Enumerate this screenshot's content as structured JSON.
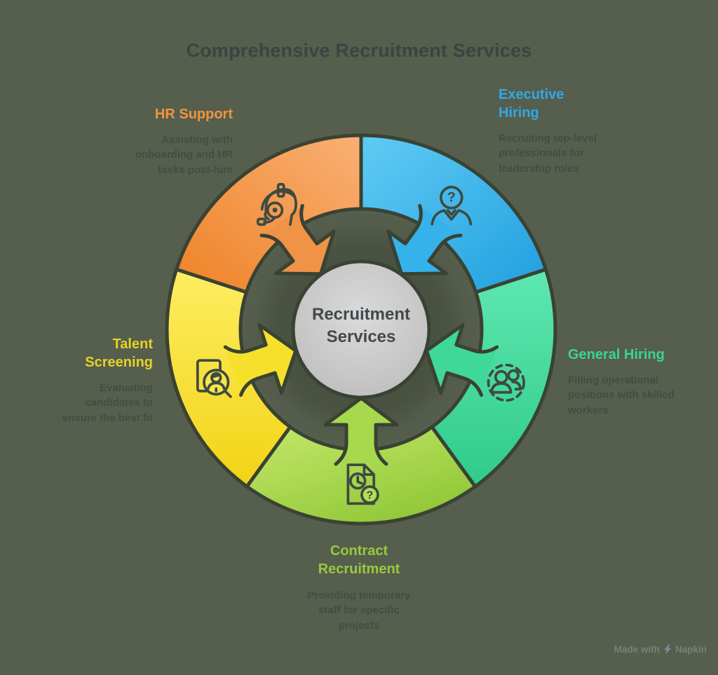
{
  "title": "Comprehensive Recruitment Services",
  "center": {
    "label": "Recruitment Services"
  },
  "background_color": "#565e4d",
  "outline_color": "#3a4233",
  "sections": [
    {
      "id": "hr-support",
      "label": "HR Support",
      "description": "Assisting with onboarding and HR tasks post-hire",
      "color": "#f0953f",
      "segment_gradient": [
        "#f9b074",
        "#ee8226"
      ],
      "icon": "headset-support-icon",
      "position": "top-left"
    },
    {
      "id": "executive-hiring",
      "label": "Executive Hiring",
      "description": "Recruiting top-level professionals for leadership roles",
      "color": "#2fa9e8",
      "segment_gradient": [
        "#60cbf5",
        "#209fde"
      ],
      "icon": "executive-question-icon",
      "position": "top-right"
    },
    {
      "id": "general-hiring",
      "label": "General Hiring",
      "description": "Filling operational positions with skilled workers",
      "color": "#3bd395",
      "segment_gradient": [
        "#5fe7b1",
        "#2fcb8b"
      ],
      "icon": "people-group-icon",
      "position": "right"
    },
    {
      "id": "contract-recruitment",
      "label": "Contract Recruitment",
      "description": "Providing temporary staff for specific projects",
      "color": "#98ca3c",
      "segment_gradient": [
        "#c4e86a",
        "#90c737"
      ],
      "icon": "document-clock-question-icon",
      "position": "bottom"
    },
    {
      "id": "talent-screening",
      "label": "Talent Screening",
      "description": "Evaluating candidates to ensure the best fit",
      "color": "#e7d226",
      "segment_gradient": [
        "#fdee62",
        "#f2d314"
      ],
      "icon": "candidate-magnifier-icon",
      "position": "left"
    }
  ],
  "watermark": {
    "prefix": "Made with",
    "bolt_icon": "lightning-bolt",
    "suffix": "Napkin"
  }
}
